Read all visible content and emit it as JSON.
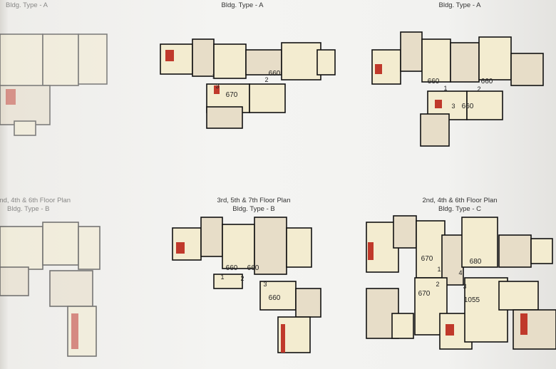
{
  "plans": [
    {
      "id": "a1",
      "title": "",
      "subtitle": "Bldg. Type - A",
      "labels": []
    },
    {
      "id": "a2",
      "title": "",
      "subtitle": "Bldg. Type - A",
      "labels": [
        "660",
        "670",
        "1",
        "2",
        "3"
      ]
    },
    {
      "id": "a3",
      "title": "",
      "subtitle": "Bldg. Type - A",
      "labels": [
        "660",
        "660",
        "660",
        "1",
        "2",
        "3"
      ]
    },
    {
      "id": "b1",
      "title": "2nd, 4th & 6th Floor Plan",
      "subtitle": "Bldg. Type - B",
      "labels": []
    },
    {
      "id": "b2",
      "title": "3rd, 5th & 7th Floor Plan",
      "subtitle": "Bldg. Type - B",
      "labels": [
        "660",
        "660",
        "660",
        "1",
        "2",
        "3"
      ]
    },
    {
      "id": "c1",
      "title": "2nd, 4th & 6th Floor Plan",
      "subtitle": "Bldg. Type - C",
      "labels": [
        "670",
        "680",
        "670",
        "1055",
        "1",
        "2",
        "3",
        "4"
      ]
    }
  ],
  "colors": {
    "room": "#f3ecd0",
    "wall": "#111111",
    "bed": "#c0392b",
    "tile": "#e7ddc8",
    "furniture": "#e3c15a"
  }
}
